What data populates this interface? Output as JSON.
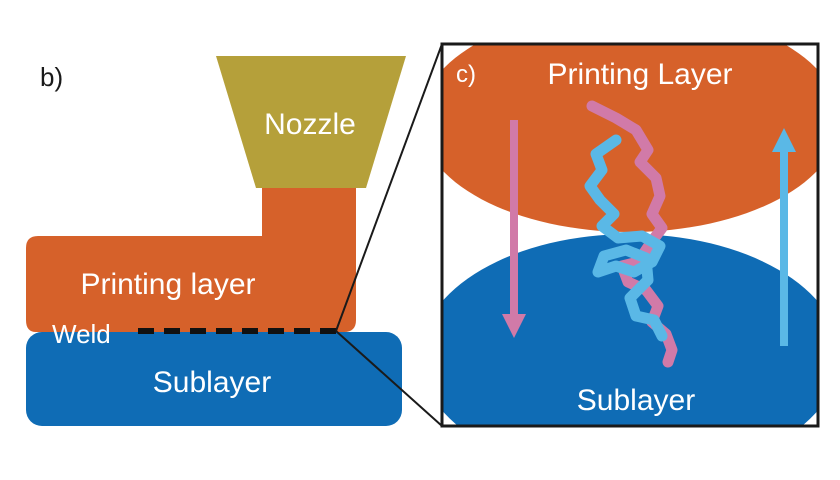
{
  "panel_b": {
    "label": "b)",
    "nozzle_label": "Nozzle",
    "printing_layer_label": "Printing layer",
    "weld_label": "Weld",
    "sublayer_label": "Sublayer"
  },
  "panel_c": {
    "label": "c)",
    "printing_layer_label": "Printing Layer",
    "sublayer_label": "Sublayer"
  },
  "colors": {
    "nozzle": "#b5a03a",
    "printing_layer": "#d6612a",
    "sublayer": "#0f6cb5",
    "pink_chain": "#d17aa8",
    "cyan_chain": "#5ab8e6",
    "outline": "#1a1a1a"
  }
}
